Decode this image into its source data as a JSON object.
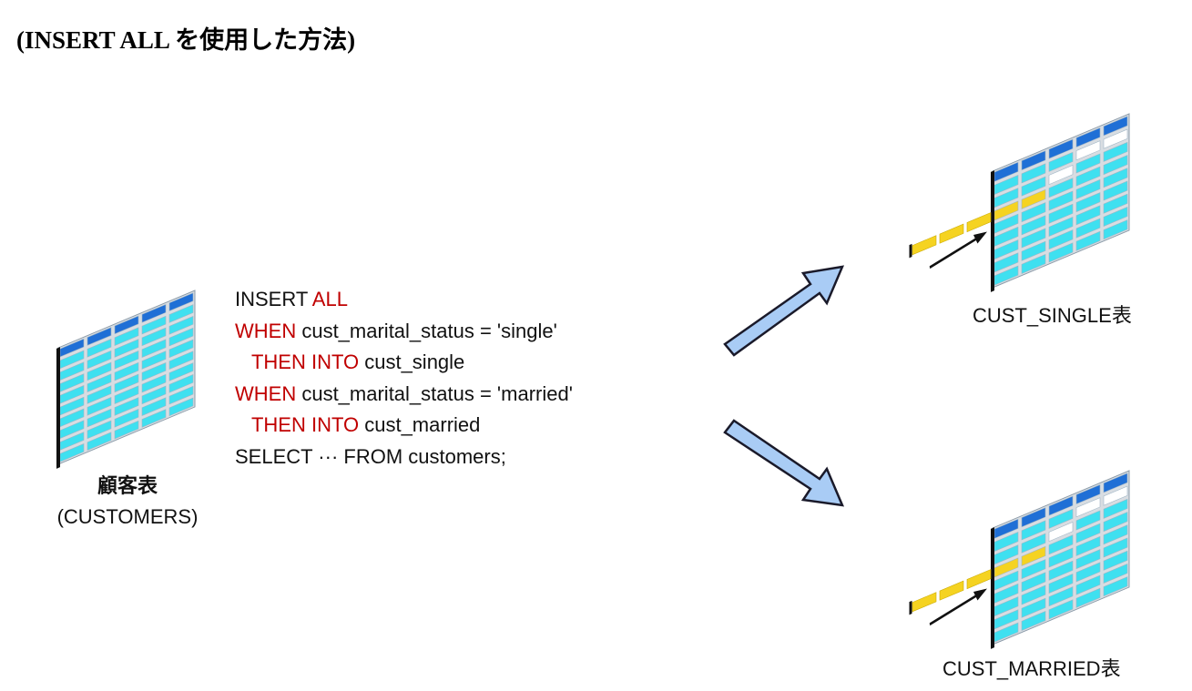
{
  "title": "(INSERT ALL を使用した方法)",
  "code": {
    "lines": [
      {
        "indent": "",
        "kw1": "INSERT ",
        "kw1_plain": true,
        "kw2": "ALL",
        "rest": ""
      },
      {
        "indent": "",
        "kw": "WHEN",
        "rest": " cust_marital_status = 'single'"
      },
      {
        "indent": "   ",
        "kw": "THEN INTO",
        "rest": " cust_single"
      },
      {
        "indent": "",
        "kw": "WHEN",
        "rest": " cust_marital_status = 'married'"
      },
      {
        "indent": "   ",
        "kw": "THEN INTO",
        "rest": " cust_married"
      },
      {
        "indent": "",
        "kw": "",
        "rest": "SELECT ··· FROM customers;"
      }
    ]
  },
  "source_table": {
    "label_ja": "顧客表",
    "label_en": "(CUSTOMERS)"
  },
  "targets": [
    {
      "label": "CUST_SINGLE表"
    },
    {
      "label": "CUST_MARRIED表"
    }
  ],
  "colors": {
    "keyword": "#c00000",
    "header_cell": "#1f6fd6",
    "cell": "#3fe0f0",
    "grid": "#8a9aa8",
    "new_row": "#f5d321",
    "arrow_fill": "#a9ccf5",
    "arrow_stroke": "#1a1a2a"
  }
}
